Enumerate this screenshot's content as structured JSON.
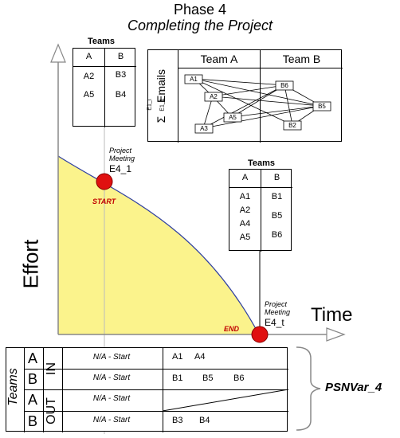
{
  "header": {
    "phase": "Phase 4",
    "subtitle": "Completing the Project"
  },
  "top_teams": {
    "label": "Teams",
    "col_a": "A",
    "col_b": "B",
    "a_items": [
      "A2",
      "A5"
    ],
    "b_items": [
      "B3",
      "B4"
    ]
  },
  "email_box": {
    "team_a": "Team A",
    "team_b": "Team B",
    "emails_label": "Emails",
    "sum_symbol": "Σ",
    "sum_top": "E1_t",
    "sum_bottom": "E1_1",
    "nodes": [
      "A1",
      "A2",
      "A3",
      "A5",
      "B6",
      "B5",
      "B2"
    ]
  },
  "right_teams": {
    "label": "Teams",
    "col_a": "A",
    "col_b": "B",
    "a_items": [
      "A1",
      "A2",
      "A4",
      "A5"
    ],
    "b_items": [
      "B1",
      "B5",
      "B6"
    ]
  },
  "graph": {
    "y_axis": "Effort",
    "x_axis": "Time",
    "meeting1": {
      "caption1": "Project",
      "caption2": "Meeting",
      "id": "E4_1",
      "tag": "START"
    },
    "meeting2": {
      "caption1": "Project",
      "caption2": "Meeting",
      "id": "E4_t",
      "tag": "END"
    }
  },
  "bottom_table": {
    "teams_label": "Teams",
    "in_label": "IN",
    "out_label": "OUT",
    "rows": [
      {
        "team": "A",
        "status": "N/A - Start",
        "items": [
          "A1",
          "A4"
        ]
      },
      {
        "team": "B",
        "status": "N/A - Start",
        "items": [
          "B1",
          "B5",
          "B6"
        ]
      },
      {
        "team": "A",
        "status": "N/A - Start",
        "items": []
      },
      {
        "team": "B",
        "status": "N/A - Start",
        "items": [
          "B3",
          "B4"
        ]
      }
    ],
    "variable": "PSNVar_4"
  },
  "colors": {
    "fill": "#fbf38c",
    "curve": "#3040a0",
    "marker": "#e01010"
  }
}
